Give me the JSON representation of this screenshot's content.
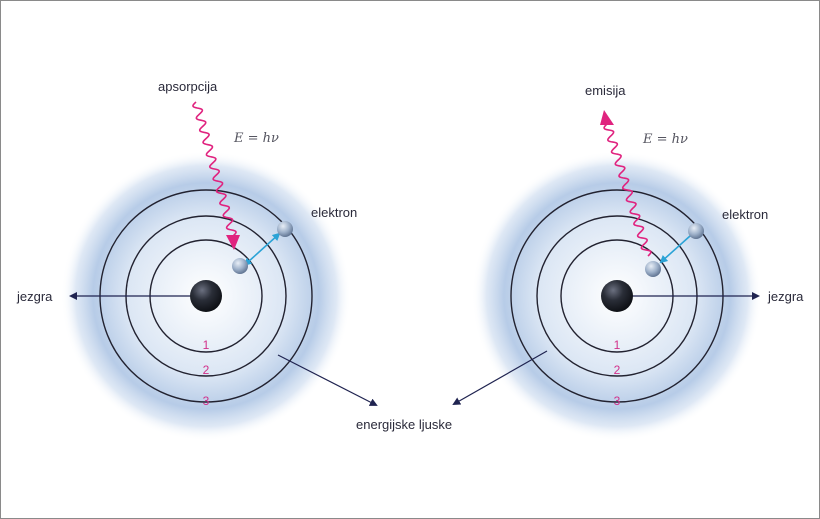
{
  "labels": {
    "absorption": "apsorpcija",
    "emission": "emisija",
    "formula_left": "E = hν",
    "formula_right": "E = hν",
    "electron_left": "elektron",
    "electron_right": "elektron",
    "nucleus_left": "jezgra",
    "nucleus_right": "jezgra",
    "energy_shells": "energijske ljuske"
  },
  "shells": {
    "left": [
      "1",
      "2",
      "3"
    ],
    "right": [
      "1",
      "2",
      "3"
    ]
  },
  "colors": {
    "photon": "#e0237f",
    "transition_arrow": "#2ba3d6",
    "orbit": "#222230",
    "pointer": "#1f2350",
    "shell_number": "#d2308a",
    "glow": "#a9c4e6",
    "nucleus": "#1c1f26",
    "electron": "#8fa6c4"
  }
}
